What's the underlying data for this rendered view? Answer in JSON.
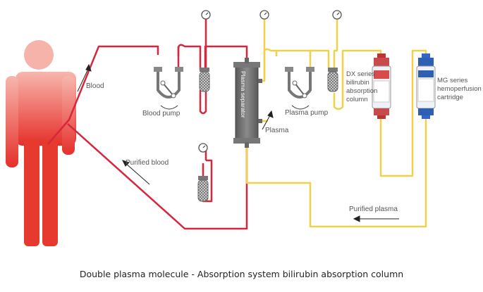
{
  "labels": {
    "blood": "Blood",
    "blood_pump": "Blood pump",
    "plasma_separator": "Plasma separator",
    "plasma": "Plasma",
    "plasma_pump": "Plasma pump",
    "dx_series": [
      "DX series",
      "bilirubin",
      "absorption",
      "column"
    ],
    "mg_series": [
      "MG series",
      "hemoperfusion",
      "cartridge"
    ],
    "purified_blood": "Purified blood",
    "purified_plasma": "Purified plasma"
  },
  "caption": "Double plasma molecule - Absorption system bilirubin absorption column",
  "colors": {
    "blood_line": "#d7263d",
    "plasma_line": "#f0d24a",
    "body_top": "#f6b1a8",
    "body_bottom": "#e8332b",
    "device": "#6b6b6b"
  }
}
